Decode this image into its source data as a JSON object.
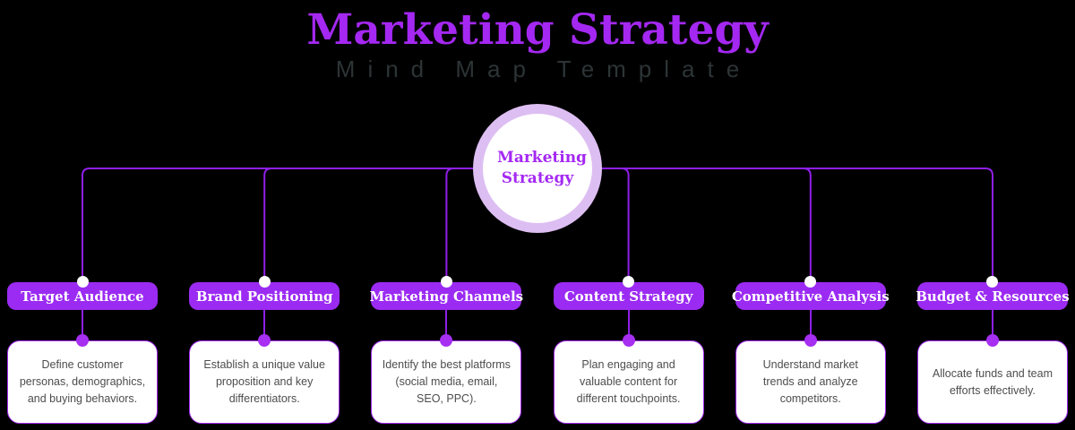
{
  "page": {
    "background": "#000000"
  },
  "header": {
    "title": "Marketing Strategy",
    "subtitle": "Mind Map Template"
  },
  "center_node": {
    "label": "Marketing Strategy"
  },
  "branches": [
    {
      "title": "Target Audience",
      "description": "Define customer personas, demographics, and buying behaviors."
    },
    {
      "title": "Brand Positioning",
      "description": "Establish a unique value proposition and key differentiators."
    },
    {
      "title": "Marketing Channels",
      "description": "Identify the best platforms (social media, email, SEO, PPC)."
    },
    {
      "title": "Content Strategy",
      "description": "Plan engaging and valuable content for different touchpoints."
    },
    {
      "title": "Competitive Analysis",
      "description": "Understand market trends and analyze competitors."
    },
    {
      "title": "Budget & Resources",
      "description": "Allocate funds and team efforts effectively."
    }
  ],
  "colors": {
    "bg": "#000000",
    "accent": "#A428F2",
    "header_bg": "#9B2BF2",
    "line": "#8F1FE8",
    "ring": "#DDBEF2",
    "subtitle": "#2D3436",
    "body_text": "#4D4D4D",
    "card_border": "#A32CF2",
    "dot": "#A62FF2"
  }
}
